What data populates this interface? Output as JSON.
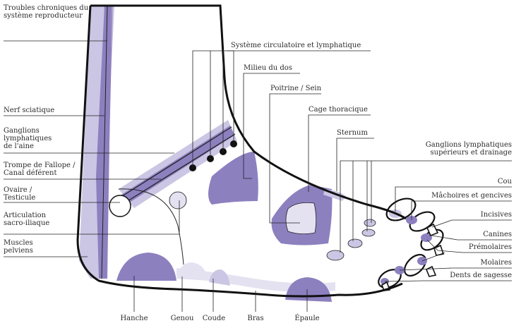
{
  "colors": {
    "outline": "#111111",
    "purple": "#8d80bf",
    "lavender": "#cbc6e4",
    "pale": "#e4e1f1",
    "line": "#222222",
    "text": "#2b2b2b"
  },
  "labels": {
    "troubles": "Troubles chroniques du système reproducteur",
    "nerf": "Nerf sciatique",
    "ganglions_aine": "Ganglions lymphatiques de l'aine",
    "trompe": "Trompe de Fallope / Canal déférent",
    "ovaire": "Ovaire / Testicule",
    "sacro": "Articulation sacro-iliaque",
    "muscles": "Muscles pelviens",
    "circulatoire": "Système circulatoire et lymphatique",
    "milieu_dos": "Milieu du dos",
    "poitrine": "Poitrine / Sein",
    "cage": "Cage thoracique",
    "sternum": "Sternum",
    "ganglions_sup": "Ganglions lymphatiques supérieurs et drainage",
    "cou": "Cou",
    "machoires": "Mâchoires et gencives",
    "incisives": "Incisives",
    "canines": "Canines",
    "premolaires": "Prémolaires",
    "molaires": "Molaires",
    "sagesse": "Dents de sagesse",
    "hanche": "Hanche",
    "genou": "Genou",
    "coude": "Coude",
    "bras": "Bras",
    "epaule": "Épaule"
  }
}
